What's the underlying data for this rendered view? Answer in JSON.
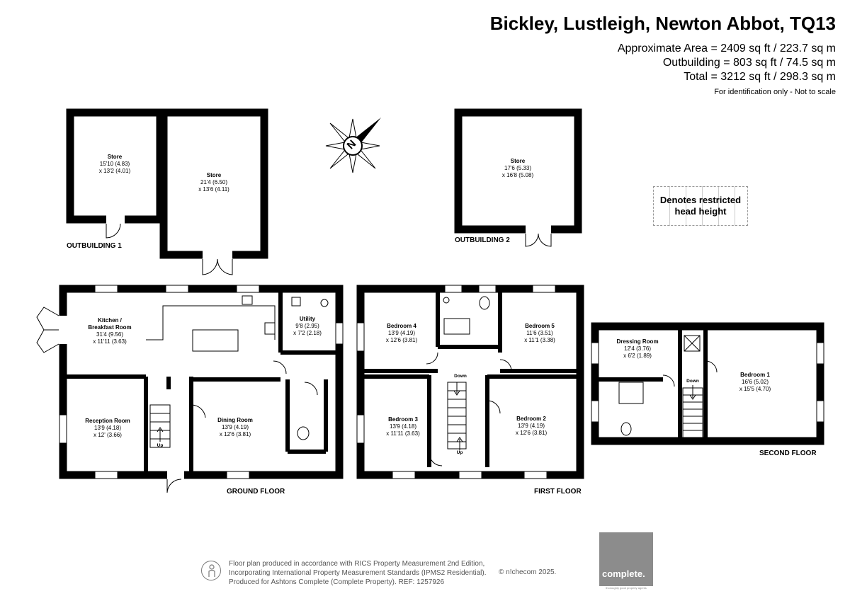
{
  "header": {
    "title": "Bickley, Lustleigh, Newton Abbot, TQ13",
    "approx_area": "Approximate Area = 2409 sq ft / 223.7 sq m",
    "outbuilding_area": "Outbuilding = 803 sq ft / 74.5 sq m",
    "total_area": "Total = 3212 sq ft / 298.3 sq m",
    "note": "For identification only - Not to scale"
  },
  "legend": {
    "restricted_line1": "Denotes restricted",
    "restricted_line2": "head height"
  },
  "compass": {
    "letter": "N"
  },
  "outbuilding1": {
    "label": "OUTBUILDING 1",
    "store1": {
      "name": "Store",
      "dim1": "15'10 (4.83)",
      "dim2": "x 13'2 (4.01)"
    },
    "store2": {
      "name": "Store",
      "dim1": "21'4 (6.50)",
      "dim2": "x 13'6 (4.11)"
    }
  },
  "outbuilding2": {
    "label": "OUTBUILDING 2",
    "store": {
      "name": "Store",
      "dim1": "17'6 (5.33)",
      "dim2": "x 16'8  (5.08)"
    }
  },
  "ground_floor": {
    "label": "GROUND FLOOR",
    "kitchen": {
      "name1": "Kitchen /",
      "name2": "Breakfast Room",
      "dim1": "31'4 (9.56)",
      "dim2": "x 11'11 (3.63)"
    },
    "utility": {
      "name": "Utility",
      "dim1": "9'8 (2.95)",
      "dim2": "x 7'2 (2.18)"
    },
    "reception": {
      "name": "Reception Room",
      "dim1": "13'9 (4.18)",
      "dim2": "x 12' (3.66)"
    },
    "dining": {
      "name": "Dining Room",
      "dim1": "13'9 (4.19)",
      "dim2": "x 12'6 (3.81)"
    },
    "stairs_label": "Up"
  },
  "first_floor": {
    "label": "FIRST FLOOR",
    "bedroom4": {
      "name": "Bedroom 4",
      "dim1": "13'9 (4.19)",
      "dim2": "x 12'6 (3.81)"
    },
    "bedroom5": {
      "name": "Bedroom 5",
      "dim1": "11'6 (3.51)",
      "dim2": "x 11'1 (3.38)"
    },
    "bedroom3": {
      "name": "Bedroom 3",
      "dim1": "13'9 (4.18)",
      "dim2": "x 11'11 (3.63)"
    },
    "bedroom2": {
      "name": "Bedroom 2",
      "dim1": "13'9 (4.19)",
      "dim2": "x 12'6 (3.81)"
    },
    "stairs_down": "Down",
    "stairs_up": "Up"
  },
  "second_floor": {
    "label": "SECOND FLOOR",
    "dressing": {
      "name": "Dressing Room",
      "dim1": "12'4 (3.76)",
      "dim2": "x 6'2 (1.89)"
    },
    "bedroom1": {
      "name": "Bedroom 1",
      "dim1": "16'6 (5.02)",
      "dim2": "x 15'5 (4.70)"
    },
    "stairs_down": "Down"
  },
  "footer": {
    "line1": "Floor plan produced in accordance with RICS Property Measurement 2nd Edition,",
    "line2": "Incorporating International Property Measurement Standards (IPMS2 Residential).",
    "line3": "Produced for Ashtons Complete (Complete Property).   REF:  1257926",
    "copyright": "© n!checom 2025.",
    "logo": "complete.",
    "logo_tagline": "thoroughly good property agents"
  },
  "colors": {
    "wall": "#000000",
    "background": "#ffffff",
    "logo_bg": "#8c8c8c",
    "text_grey": "#555555"
  }
}
